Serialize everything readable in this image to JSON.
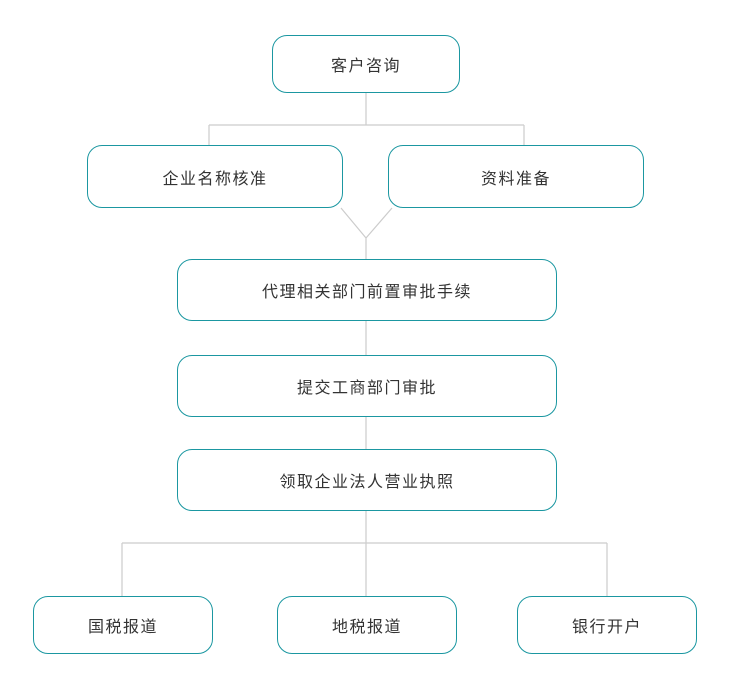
{
  "flowchart": {
    "description": "Company registration service process flowchart",
    "colors": {
      "background": "#ffffff",
      "node_border": "#1b97a1",
      "connector": "#cccccc",
      "text": "#333333"
    },
    "nodes": [
      {
        "id": "customer",
        "label": "客户咨询"
      },
      {
        "id": "name-approval",
        "label": "企业名称核准"
      },
      {
        "id": "materials",
        "label": "资料准备"
      },
      {
        "id": "pre-approval",
        "label": "代理相关部门前置审批手续"
      },
      {
        "id": "submit",
        "label": "提交工商部门审批"
      },
      {
        "id": "license",
        "label": "领取企业法人营业执照"
      },
      {
        "id": "national-tax",
        "label": "国税报道"
      },
      {
        "id": "local-tax",
        "label": "地税报道"
      },
      {
        "id": "bank",
        "label": "银行开户"
      }
    ],
    "edges": [
      {
        "from": "customer",
        "to": "name-approval"
      },
      {
        "from": "customer",
        "to": "materials"
      },
      {
        "from": "name-approval",
        "to": "pre-approval"
      },
      {
        "from": "materials",
        "to": "pre-approval"
      },
      {
        "from": "pre-approval",
        "to": "submit"
      },
      {
        "from": "submit",
        "to": "license"
      },
      {
        "from": "license",
        "to": "national-tax"
      },
      {
        "from": "license",
        "to": "local-tax"
      },
      {
        "from": "license",
        "to": "bank"
      }
    ]
  }
}
